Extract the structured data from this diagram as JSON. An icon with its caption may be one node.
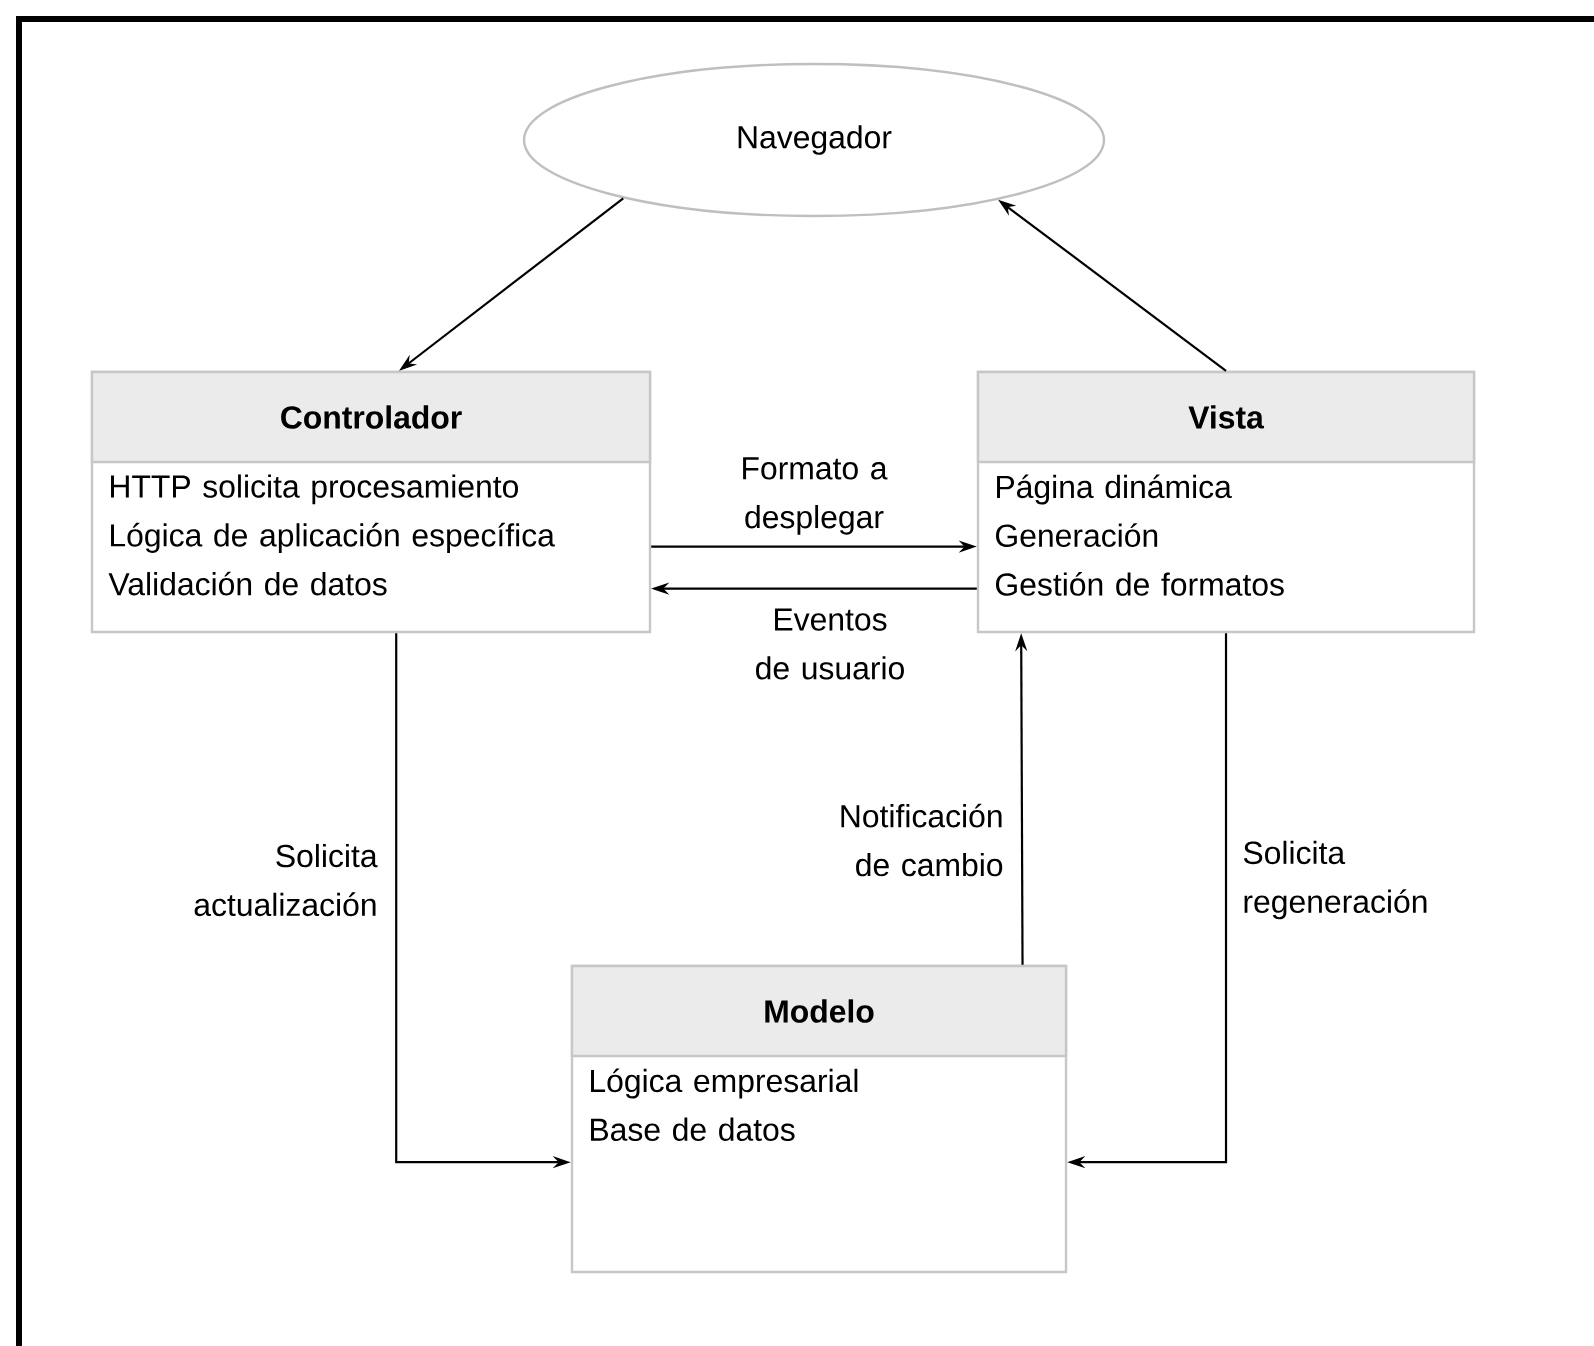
{
  "diagram": {
    "nodes": [
      {
        "text": [
          "Navegador"
        ]
      },
      {
        "text": [
          "Controlador",
          "HTTP solicita procesamiento",
          "Lógica de aplicación específica",
          "Validación de datos"
        ]
      },
      {
        "text": [
          "Vista",
          "Página dinámica",
          "Generación",
          "Gestión de formatos"
        ]
      },
      {
        "text": [
          "Modelo",
          "Lógica empresarial",
          "Base de datos"
        ]
      }
    ],
    "edges": [
      {
        "from": 0,
        "to": 1,
        "arrow": "to"
      },
      {
        "from": 2,
        "to": 0,
        "arrow": "to"
      },
      {
        "from": 1,
        "to": 2,
        "arrow": "to",
        "label": "Formato a desplegar"
      },
      {
        "from": 2,
        "to": 1,
        "arrow": "to",
        "label": "Eventos de usuario"
      },
      {
        "from": 1,
        "to": 3,
        "arrow": "to",
        "label": "Solicita actualización"
      },
      {
        "from": 3,
        "to": 2,
        "arrow": "to",
        "label": "Notificación de cambio"
      },
      {
        "from": 2,
        "to": 3,
        "arrow": "to",
        "label": "Solicita regeneración"
      }
    ]
  }
}
